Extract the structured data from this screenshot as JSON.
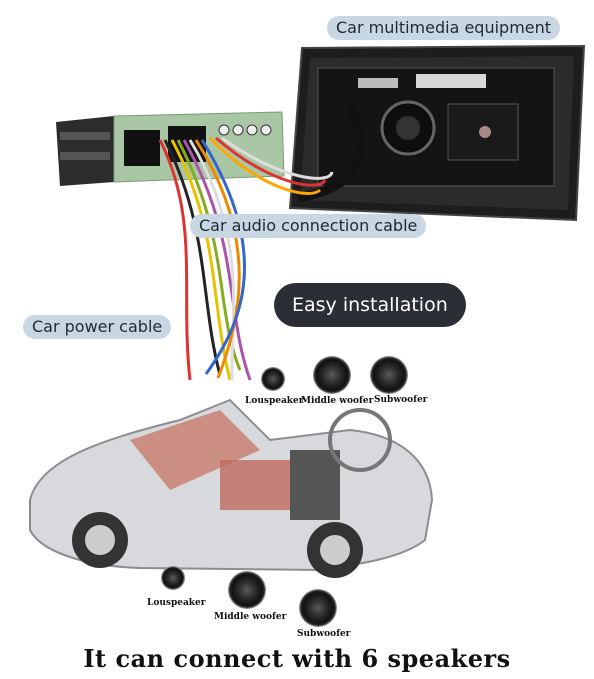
{
  "labels": {
    "multimedia": "Car multimedia equipment",
    "audio_cable": "Car audio connection cable",
    "power_cable": "Car power cable",
    "easy_install": "Easy installation",
    "headline": "It can connect with 6 speakers"
  },
  "speakers_top": [
    {
      "label": "Louspeaker",
      "icon": "speaker-icon"
    },
    {
      "label": "Middle woofer",
      "icon": "speaker-icon"
    },
    {
      "label": "Subwoofer",
      "icon": "speaker-icon"
    }
  ],
  "speakers_bottom": [
    {
      "label": "Louspeaker",
      "icon": "speaker-icon"
    },
    {
      "label": "Middle woofer",
      "icon": "speaker-icon"
    },
    {
      "label": "Subwoofer",
      "icon": "speaker-icon"
    }
  ],
  "colors": {
    "pill_bg": "#c9d7e3",
    "dark_pill_bg": "#2a2f36",
    "harness_green": "#a9c7a5"
  }
}
